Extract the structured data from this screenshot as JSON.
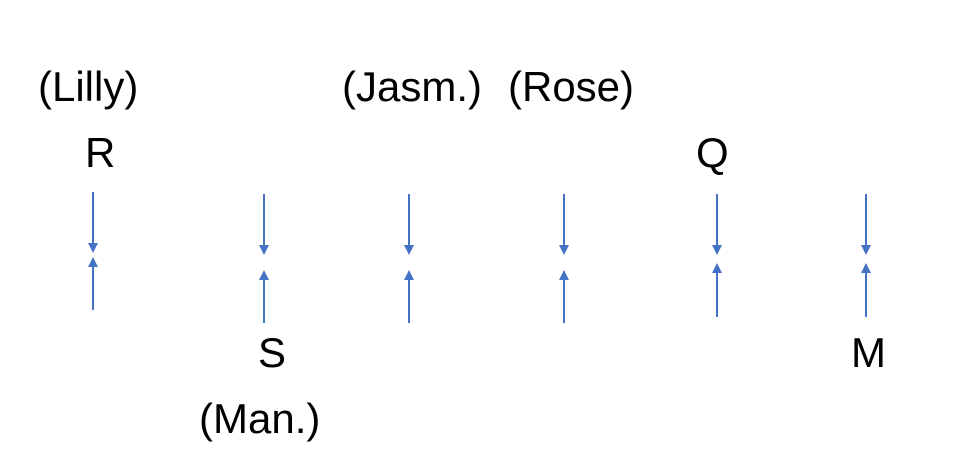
{
  "labels": {
    "lilly": "(Lilly)",
    "r": "R",
    "jasm": "(Jasm.)",
    "rose": "(Rose)",
    "q": "Q",
    "s": "S",
    "man": "(Man.)",
    "m": "M"
  },
  "colors": {
    "arrow": "#4472C4",
    "text": "#000000"
  },
  "arrow_columns": 6
}
